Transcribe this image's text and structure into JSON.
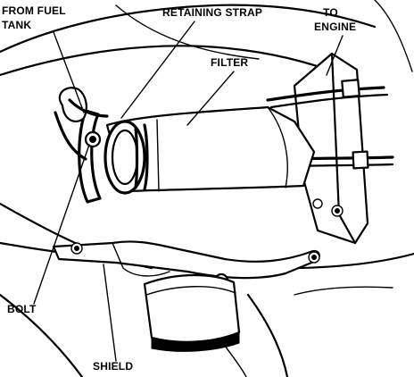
{
  "labels": {
    "from_fuel_line1": "FROM FUEL",
    "from_fuel_line2": "TANK",
    "retaining_strap": "RETAINING STRAP",
    "to_engine_line1": "TO",
    "to_engine_line2": "ENGINE",
    "filter": "FILTER",
    "bolt": "BOLT",
    "shield": "SHIELD"
  }
}
